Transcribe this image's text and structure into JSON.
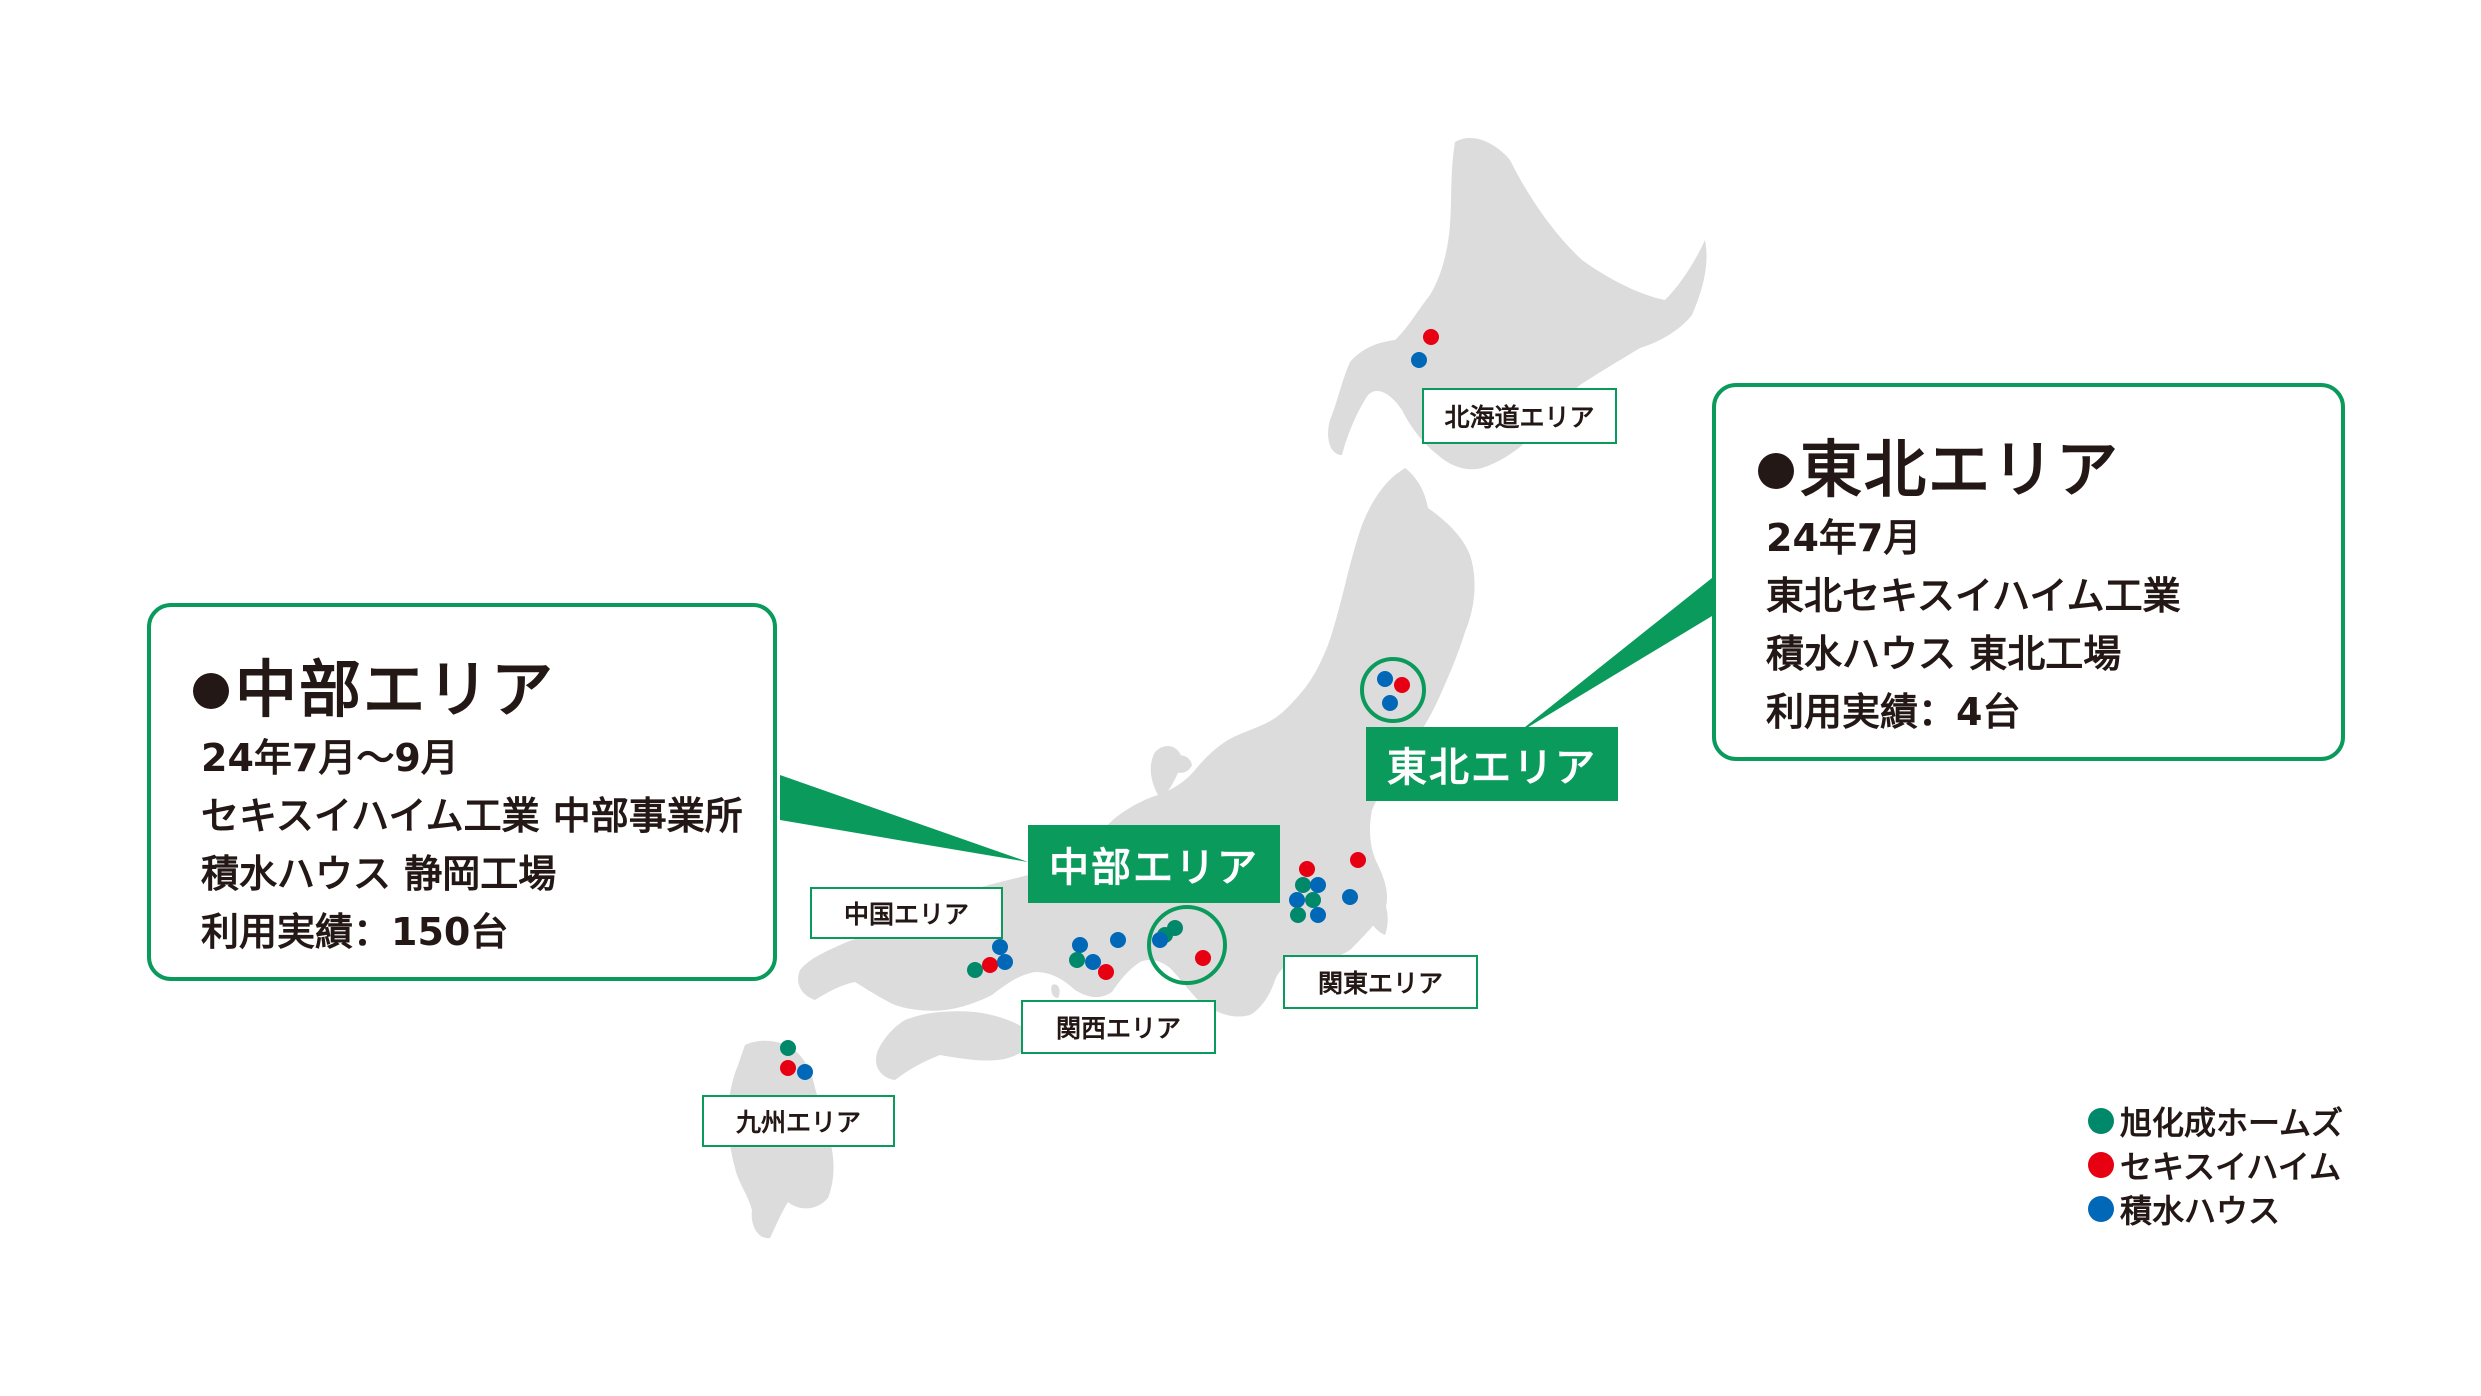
{
  "colors": {
    "accent_green": "#0a9a5c",
    "land": "#dcdcdc",
    "asahi": "#00886a",
    "sekisui_heim": "#e60012",
    "sekisui_house": "#0068b7"
  },
  "callouts": {
    "chubu": {
      "title": "中部エリア",
      "lines": [
        "24年7月～9月",
        "セキスイハイム工業 中部事業所",
        "積水ハウス 静岡工場",
        "利用実績：150台"
      ]
    },
    "tohoku": {
      "title": "東北エリア",
      "lines": [
        "24年7月",
        "東北セキスイハイム工業",
        "積水ハウス 東北工場",
        "利用実績：4台"
      ]
    }
  },
  "map_labels": {
    "chubu": "中部エリア",
    "tohoku": "東北エリア",
    "hokkaido": "北海道エリア",
    "kanto": "関東エリア",
    "kansai": "関西エリア",
    "chugoku": "中国エリア",
    "kyushu": "九州エリア"
  },
  "legend": [
    {
      "label": "旭化成ホームズ",
      "color": "#00886a"
    },
    {
      "label": "セキスイハイム",
      "color": "#e60012"
    },
    {
      "label": "積水ハウス",
      "color": "#0068b7"
    }
  ]
}
